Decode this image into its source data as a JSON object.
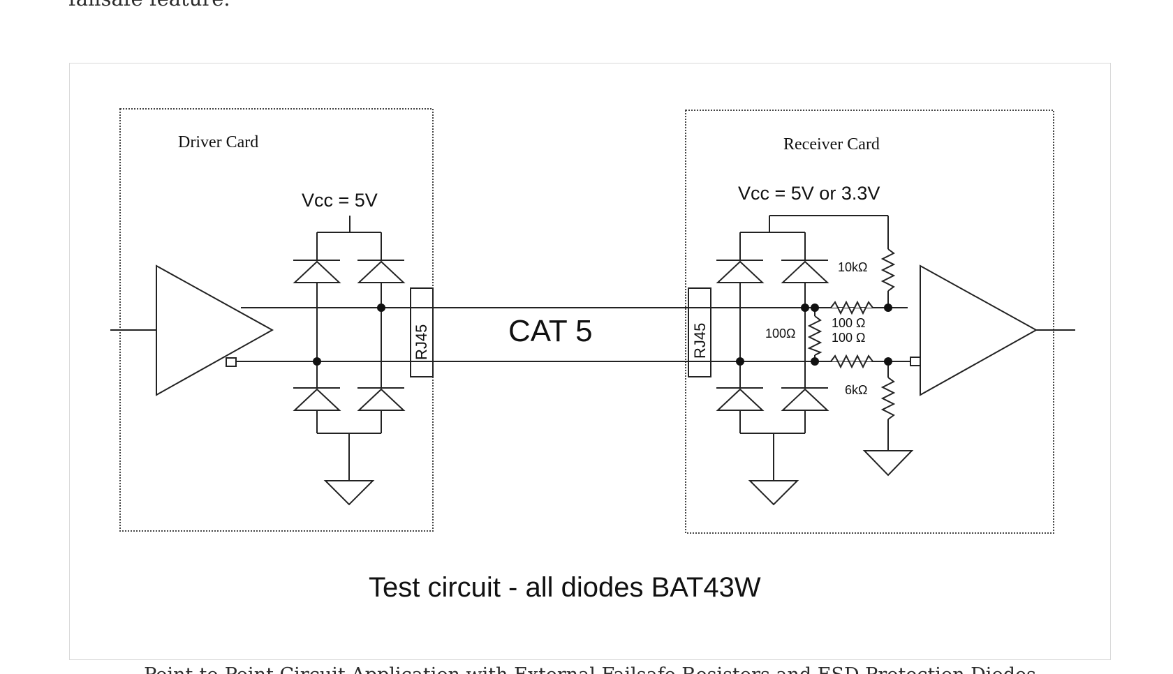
{
  "intro_text": "failsafe feature.",
  "diagram": {
    "driver_card_label": "Driver Card",
    "receiver_card_label": "Receiver Card",
    "driver_vcc_label": "Vcc = 5V",
    "receiver_vcc_label": "Vcc = 5V or 3.3V",
    "left_connector_label": "RJ45",
    "right_connector_label": "RJ45",
    "cable_label": "CAT 5",
    "pullup_resistor_label": "10kΩ",
    "termination_resistor_label": "100Ω",
    "series_resistor_top_label": "100 Ω",
    "series_resistor_bottom_label": "100 Ω",
    "pulldown_resistor_label": "6kΩ",
    "test_circuit_caption": "Test circuit - all diodes BAT43W"
  },
  "figure_caption": "Point-to-Point Circuit Application with External Failsafe Resistors and ESD Protection Diodes"
}
